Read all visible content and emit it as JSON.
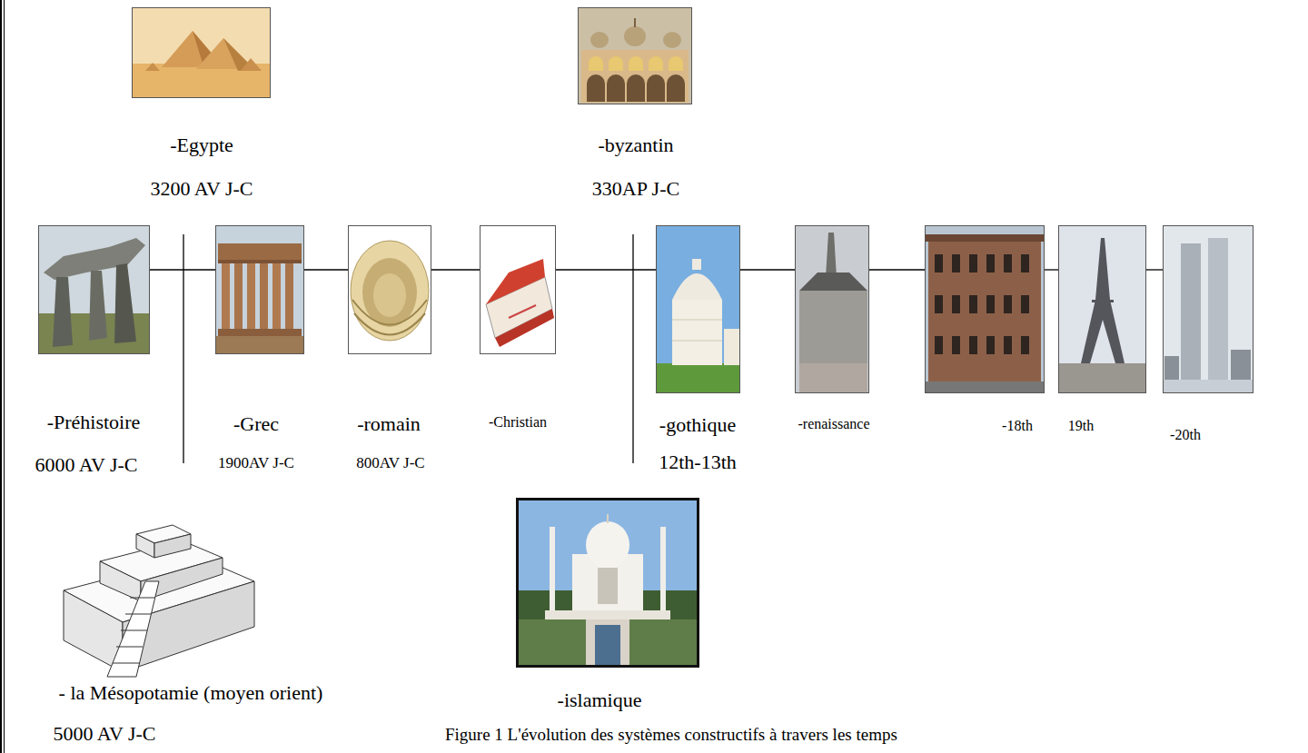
{
  "diagram": {
    "caption": "Figure 1 L'évolution des systèmes constructifs à travers les temps",
    "nodes": [
      {
        "text": [
          "-Préhistoire",
          "6000 AV J-C"
        ]
      },
      {
        "text": [
          "-Egypte",
          "3200 AV J-C"
        ]
      },
      {
        "text": [
          "- la Mésopotamie (moyen orient)",
          "5000 AV J-C"
        ]
      },
      {
        "text": [
          "-Grec",
          "1900AV J-C"
        ]
      },
      {
        "text": [
          "-romain",
          "800AV J-C"
        ]
      },
      {
        "text": [
          "-Christian"
        ]
      },
      {
        "text": [
          "-byzantin",
          "330AP J-C"
        ]
      },
      {
        "text": [
          "-islamique"
        ]
      },
      {
        "text": [
          "-gothique",
          "12th-13th"
        ]
      },
      {
        "text": [
          "-renaissance"
        ]
      },
      {
        "text": [
          "-18th"
        ]
      },
      {
        "text": [
          "19th"
        ]
      },
      {
        "text": [
          "-20th"
        ]
      }
    ],
    "edges": [
      {
        "from": 0,
        "to": 3,
        "arrow": "none"
      },
      {
        "from": 3,
        "to": 4,
        "arrow": "none"
      },
      {
        "from": 4,
        "to": 5,
        "arrow": "none"
      },
      {
        "from": 5,
        "to": 8,
        "arrow": "none"
      },
      {
        "from": 8,
        "to": 9,
        "arrow": "none"
      },
      {
        "from": 9,
        "to": 10,
        "arrow": "none"
      },
      {
        "from": 10,
        "to": 11,
        "arrow": "none"
      },
      {
        "from": 11,
        "to": 12,
        "arrow": "none"
      }
    ]
  }
}
